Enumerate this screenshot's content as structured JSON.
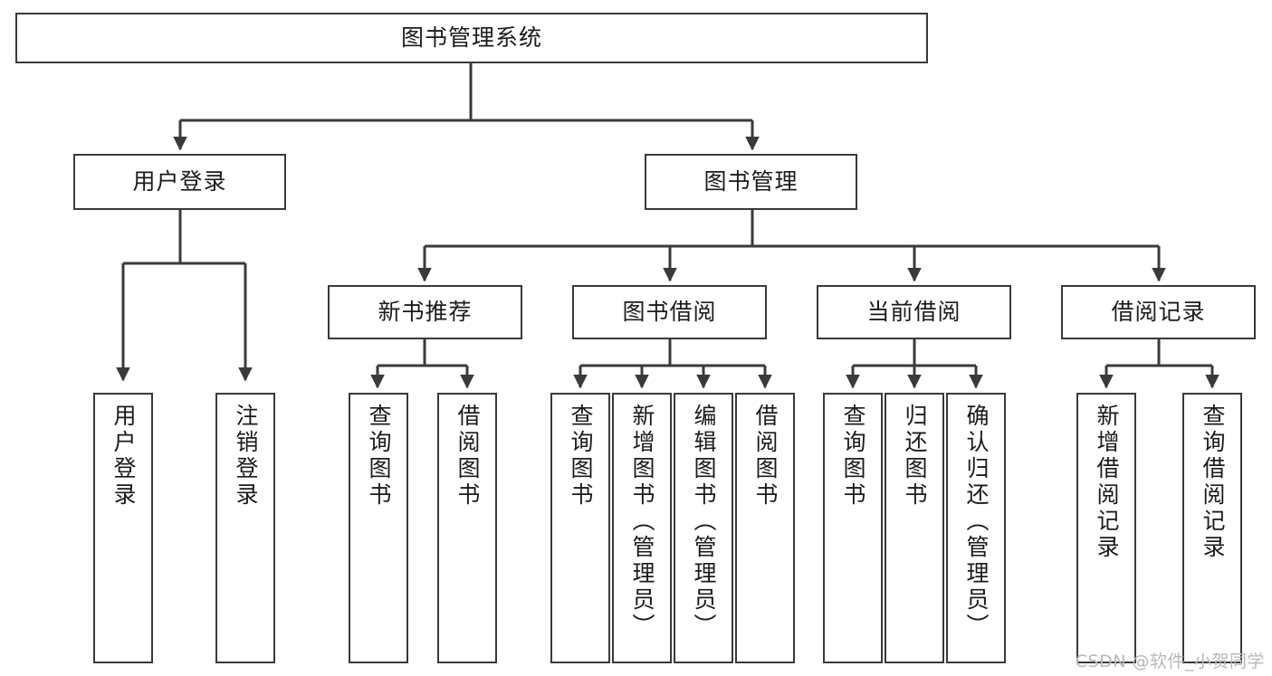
{
  "diagram": {
    "title": "图书管理系统",
    "type": "tree-hierarchy-diagram",
    "background_color": "#ffffff",
    "node_border_color": "#3a3a3a",
    "edge_color": "#3a3a3a",
    "text_color": "#1b1b1b"
  },
  "root": {
    "label": "图书管理系统"
  },
  "level1": [
    {
      "label": "用户登录"
    },
    {
      "label": "图书管理"
    }
  ],
  "level2": [
    {
      "label": "新书推荐"
    },
    {
      "label": "图书借阅"
    },
    {
      "label": "当前借阅"
    },
    {
      "label": "借阅记录"
    }
  ],
  "leaves": {
    "user_login": [
      {
        "label": "用户登录"
      },
      {
        "label": "注销登录"
      }
    ],
    "new_book_recommend": [
      {
        "label": "查询图书"
      },
      {
        "label": "借阅图书"
      }
    ],
    "book_borrow": [
      {
        "label": "查询图书"
      },
      {
        "label": "新增图书（管理员）"
      },
      {
        "label": "编辑图书（管理员）"
      },
      {
        "label": "借阅图书"
      }
    ],
    "current_borrow": [
      {
        "label": "查询图书"
      },
      {
        "label": "归还图书"
      },
      {
        "label": "确认归还（管理员）"
      }
    ],
    "borrow_record": [
      {
        "label": "新增借阅记录"
      },
      {
        "label": "查询借阅记录"
      }
    ]
  },
  "watermark": {
    "text": "CSDN @软件_小贺同学"
  }
}
